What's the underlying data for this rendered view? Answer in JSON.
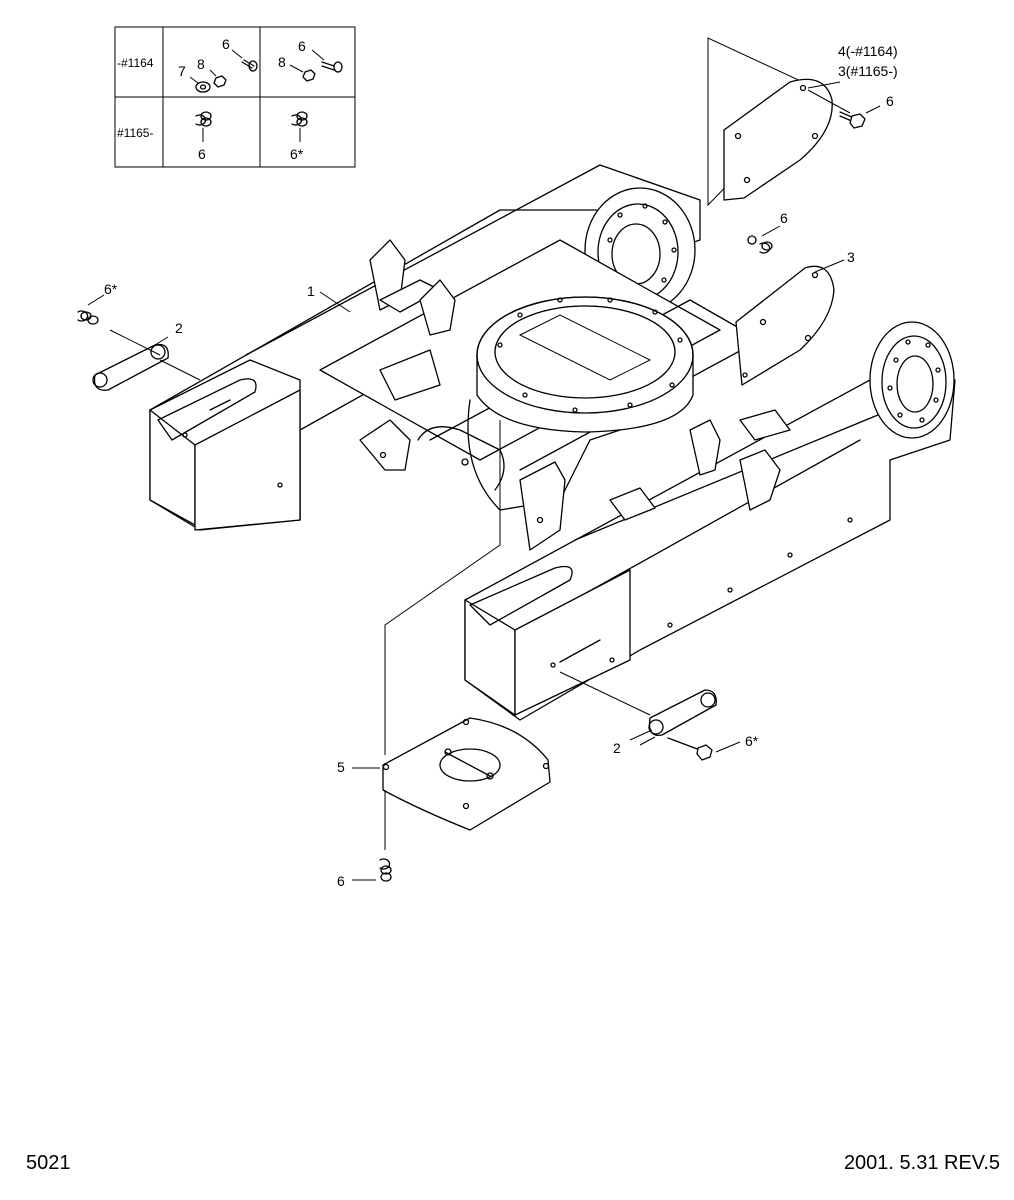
{
  "inset_table": {
    "rows": [
      {
        "label": "-#1164",
        "left": {
          "callouts": [
            "7",
            "8",
            "6"
          ]
        },
        "right": {
          "callouts": [
            "8",
            "6"
          ]
        }
      },
      {
        "label": "#1165-",
        "left": {
          "callouts": [
            "6"
          ]
        },
        "right": {
          "callouts": [
            "6*"
          ]
        }
      }
    ]
  },
  "callouts": {
    "c1": "1",
    "c2_left": "2",
    "c2_right": "2",
    "c3": "3",
    "c4_line1": "4(-#1164)",
    "c4_line2": "3(#1165-)",
    "c5": "5",
    "c6_top_right": "6",
    "c6_mid_right": "6",
    "c6_bottom": "6",
    "c6s_left": "6*",
    "c6s_right": "6*"
  },
  "footer": {
    "page_number": "5021",
    "date_rev": "2001. 5.31  REV.5"
  }
}
